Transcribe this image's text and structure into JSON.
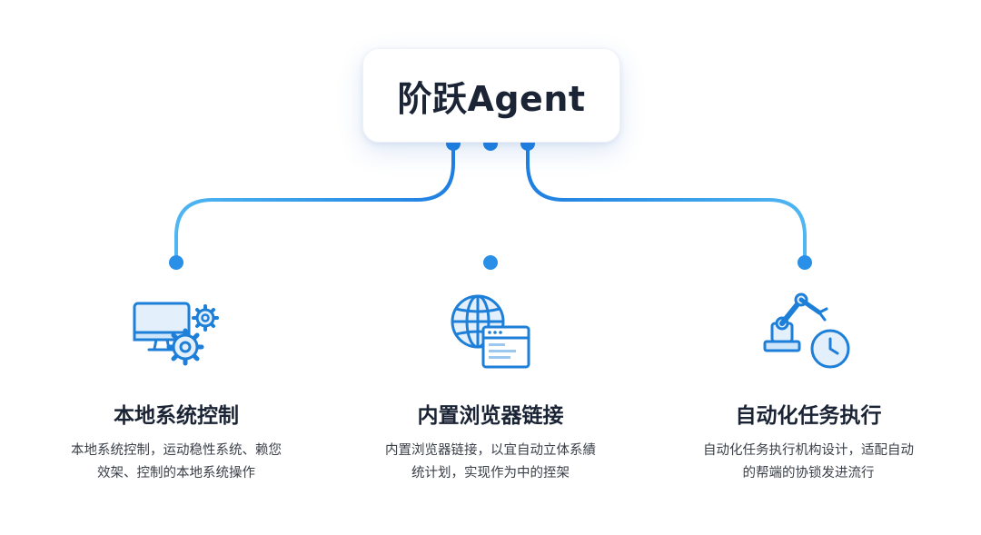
{
  "header": {
    "title": "阶跃Agent"
  },
  "colors": {
    "accent": "#1e88e5",
    "accent_light": "#59b9f2",
    "icon_fill": "#e3f0fc",
    "icon_stroke": "#1e7fd9"
  },
  "features": [
    {
      "icon": "monitor-gears-icon",
      "title": "本地系统控制",
      "desc_line1": "本地系统控制，运动稳性系统、赖您",
      "desc_line2": "效架、控制的本地系统操作"
    },
    {
      "icon": "globe-browser-icon",
      "title": "内置浏览器链接",
      "desc_line1": "内置浏览器链接，以宜自动立体系績",
      "desc_line2": "统计划，实现作为中的挃架"
    },
    {
      "icon": "robot-arm-clock-icon",
      "title": "自动化任务执行",
      "desc_line1": "自动化任务执行机构设计，适配自动",
      "desc_line2": "的帮端的协锁发进流行"
    }
  ]
}
